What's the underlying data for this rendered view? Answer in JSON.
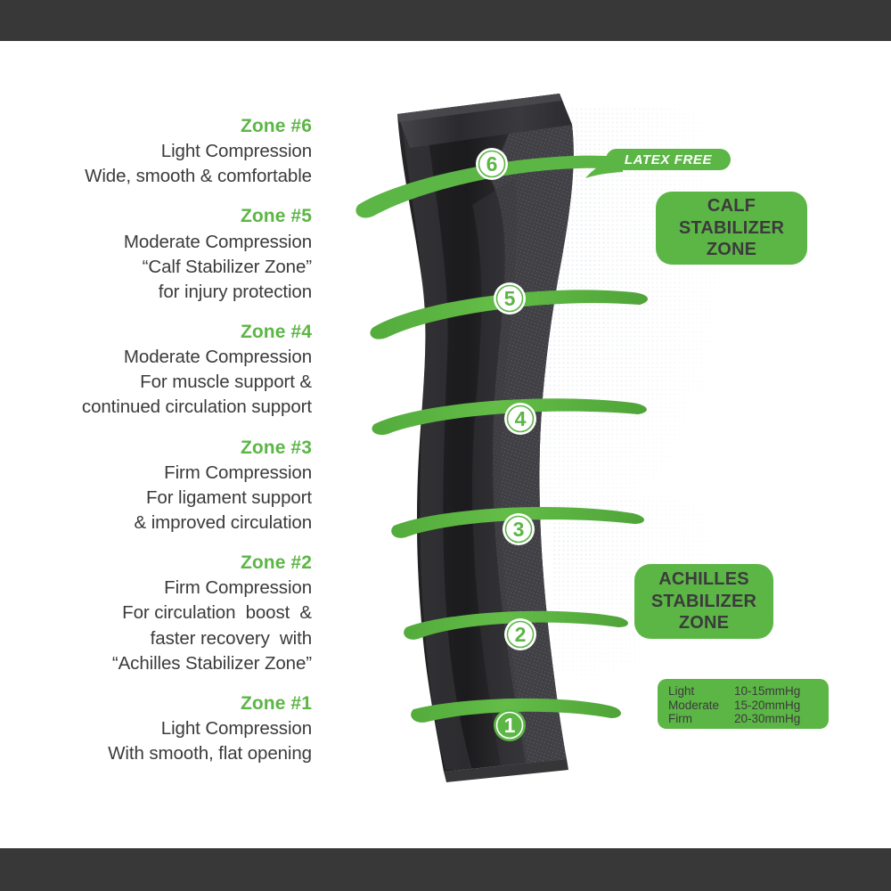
{
  "colors": {
    "green": "#5cb646",
    "dark": "#383838",
    "text": "#3b3b3b",
    "white": "#ffffff"
  },
  "zones": [
    {
      "title": "Zone #6",
      "lines": [
        "Light Compression",
        "Wide, smooth & comfortable"
      ]
    },
    {
      "title": "Zone #5",
      "lines": [
        "Moderate Compression",
        "“Calf Stabilizer Zone”",
        "for injury protection"
      ]
    },
    {
      "title": "Zone #4",
      "lines": [
        "Moderate Compression",
        "For muscle support &",
        "continued circulation support"
      ]
    },
    {
      "title": "Zone #3",
      "lines": [
        "Firm Compression",
        "For ligament support",
        "& improved circulation"
      ]
    },
    {
      "title": "Zone #2",
      "lines": [
        "Firm Compression",
        "For circulation  boost  &",
        "faster recovery  with",
        "“Achilles Stabilizer Zone”"
      ]
    },
    {
      "title": "Zone #1",
      "lines": [
        "Light Compression",
        "With smooth, flat opening"
      ]
    }
  ],
  "rings": [
    {
      "number": "6"
    },
    {
      "number": "5"
    },
    {
      "number": "4"
    },
    {
      "number": "3"
    },
    {
      "number": "2"
    },
    {
      "number": "1"
    }
  ],
  "callouts": {
    "latex_free": "LATEX FREE",
    "calf_badge": "CALF STABILIZER ZONE",
    "calf_badge_lines": [
      "CALF",
      "STABILIZER",
      "ZONE"
    ],
    "achilles_badge": "ACHILLES STABILIZER ZONE",
    "achilles_badge_lines": [
      "ACHILLES",
      "STABILIZER",
      "ZONE"
    ]
  },
  "legend": {
    "rows": [
      {
        "label": "Light",
        "value": "10-15mmHg"
      },
      {
        "label": "Moderate",
        "value": "15-20mmHg"
      },
      {
        "label": "Firm",
        "value": "20-30mmHg"
      }
    ]
  }
}
